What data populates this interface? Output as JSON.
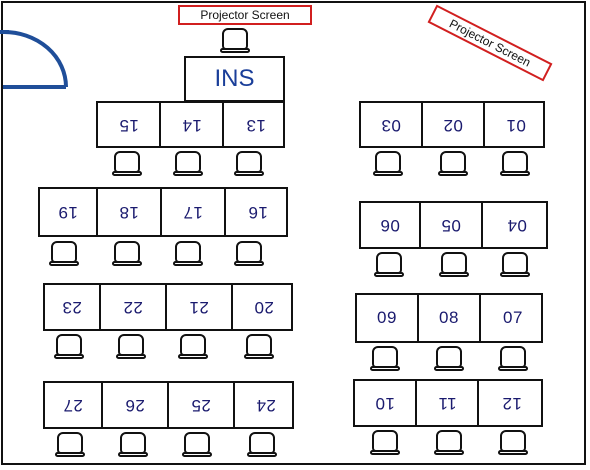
{
  "screens": {
    "top_label": "Projector Screen",
    "side_label": "Projector Screen"
  },
  "instructor": {
    "label": "INS"
  },
  "desks": {
    "d15": "15",
    "d14": "14",
    "d13": "13",
    "d03": "03",
    "d02": "02",
    "d01": "01",
    "d19": "19",
    "d18": "18",
    "d17": "17",
    "d16": "16",
    "d06": "06",
    "d05": "05",
    "d04": "04",
    "d23": "23",
    "d22": "22",
    "d21": "21",
    "d20": "20",
    "d09": "09",
    "d08": "08",
    "d07": "07",
    "d27": "27",
    "d26": "26",
    "d25": "25",
    "d24": "24",
    "d10": "10",
    "d11": "11",
    "d12": "12"
  },
  "colors": {
    "screen_border": "#d11f1f",
    "number": "#1a1a6e",
    "door": "#1f4e99"
  }
}
